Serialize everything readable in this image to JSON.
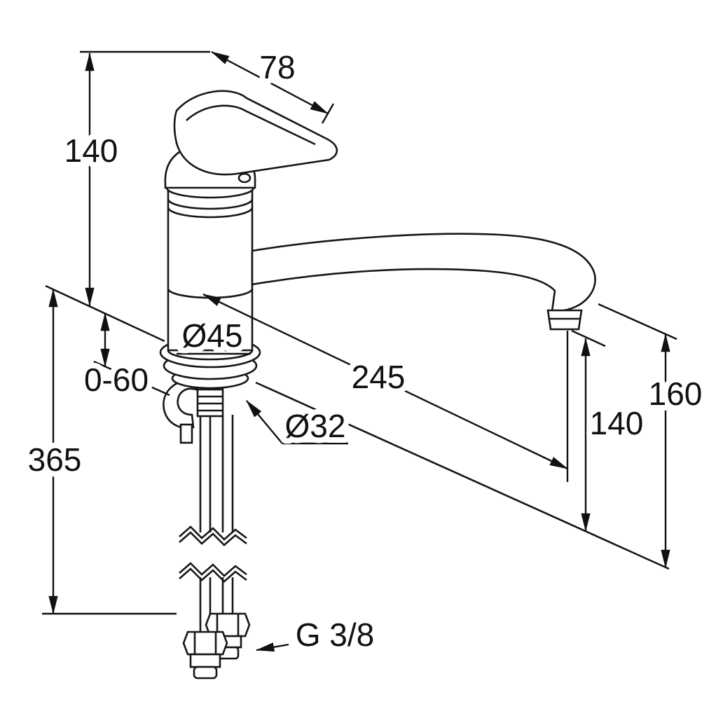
{
  "drawing": {
    "type": "technical-dimension-drawing",
    "subject": "single-lever kitchen sink mixer faucet with swivel spout",
    "background_color": "#ffffff",
    "line_color": "#161616",
    "dimensions": {
      "height_above_deck": "140",
      "handle_length": "78",
      "body_diameter": "Ø45",
      "deck_thickness": "0-60",
      "spout_reach": "245",
      "hole_diameter": "Ø32",
      "below_deck_height": "365",
      "outlet_height": "140",
      "spout_height": "160",
      "thread": "G 3/8"
    }
  }
}
